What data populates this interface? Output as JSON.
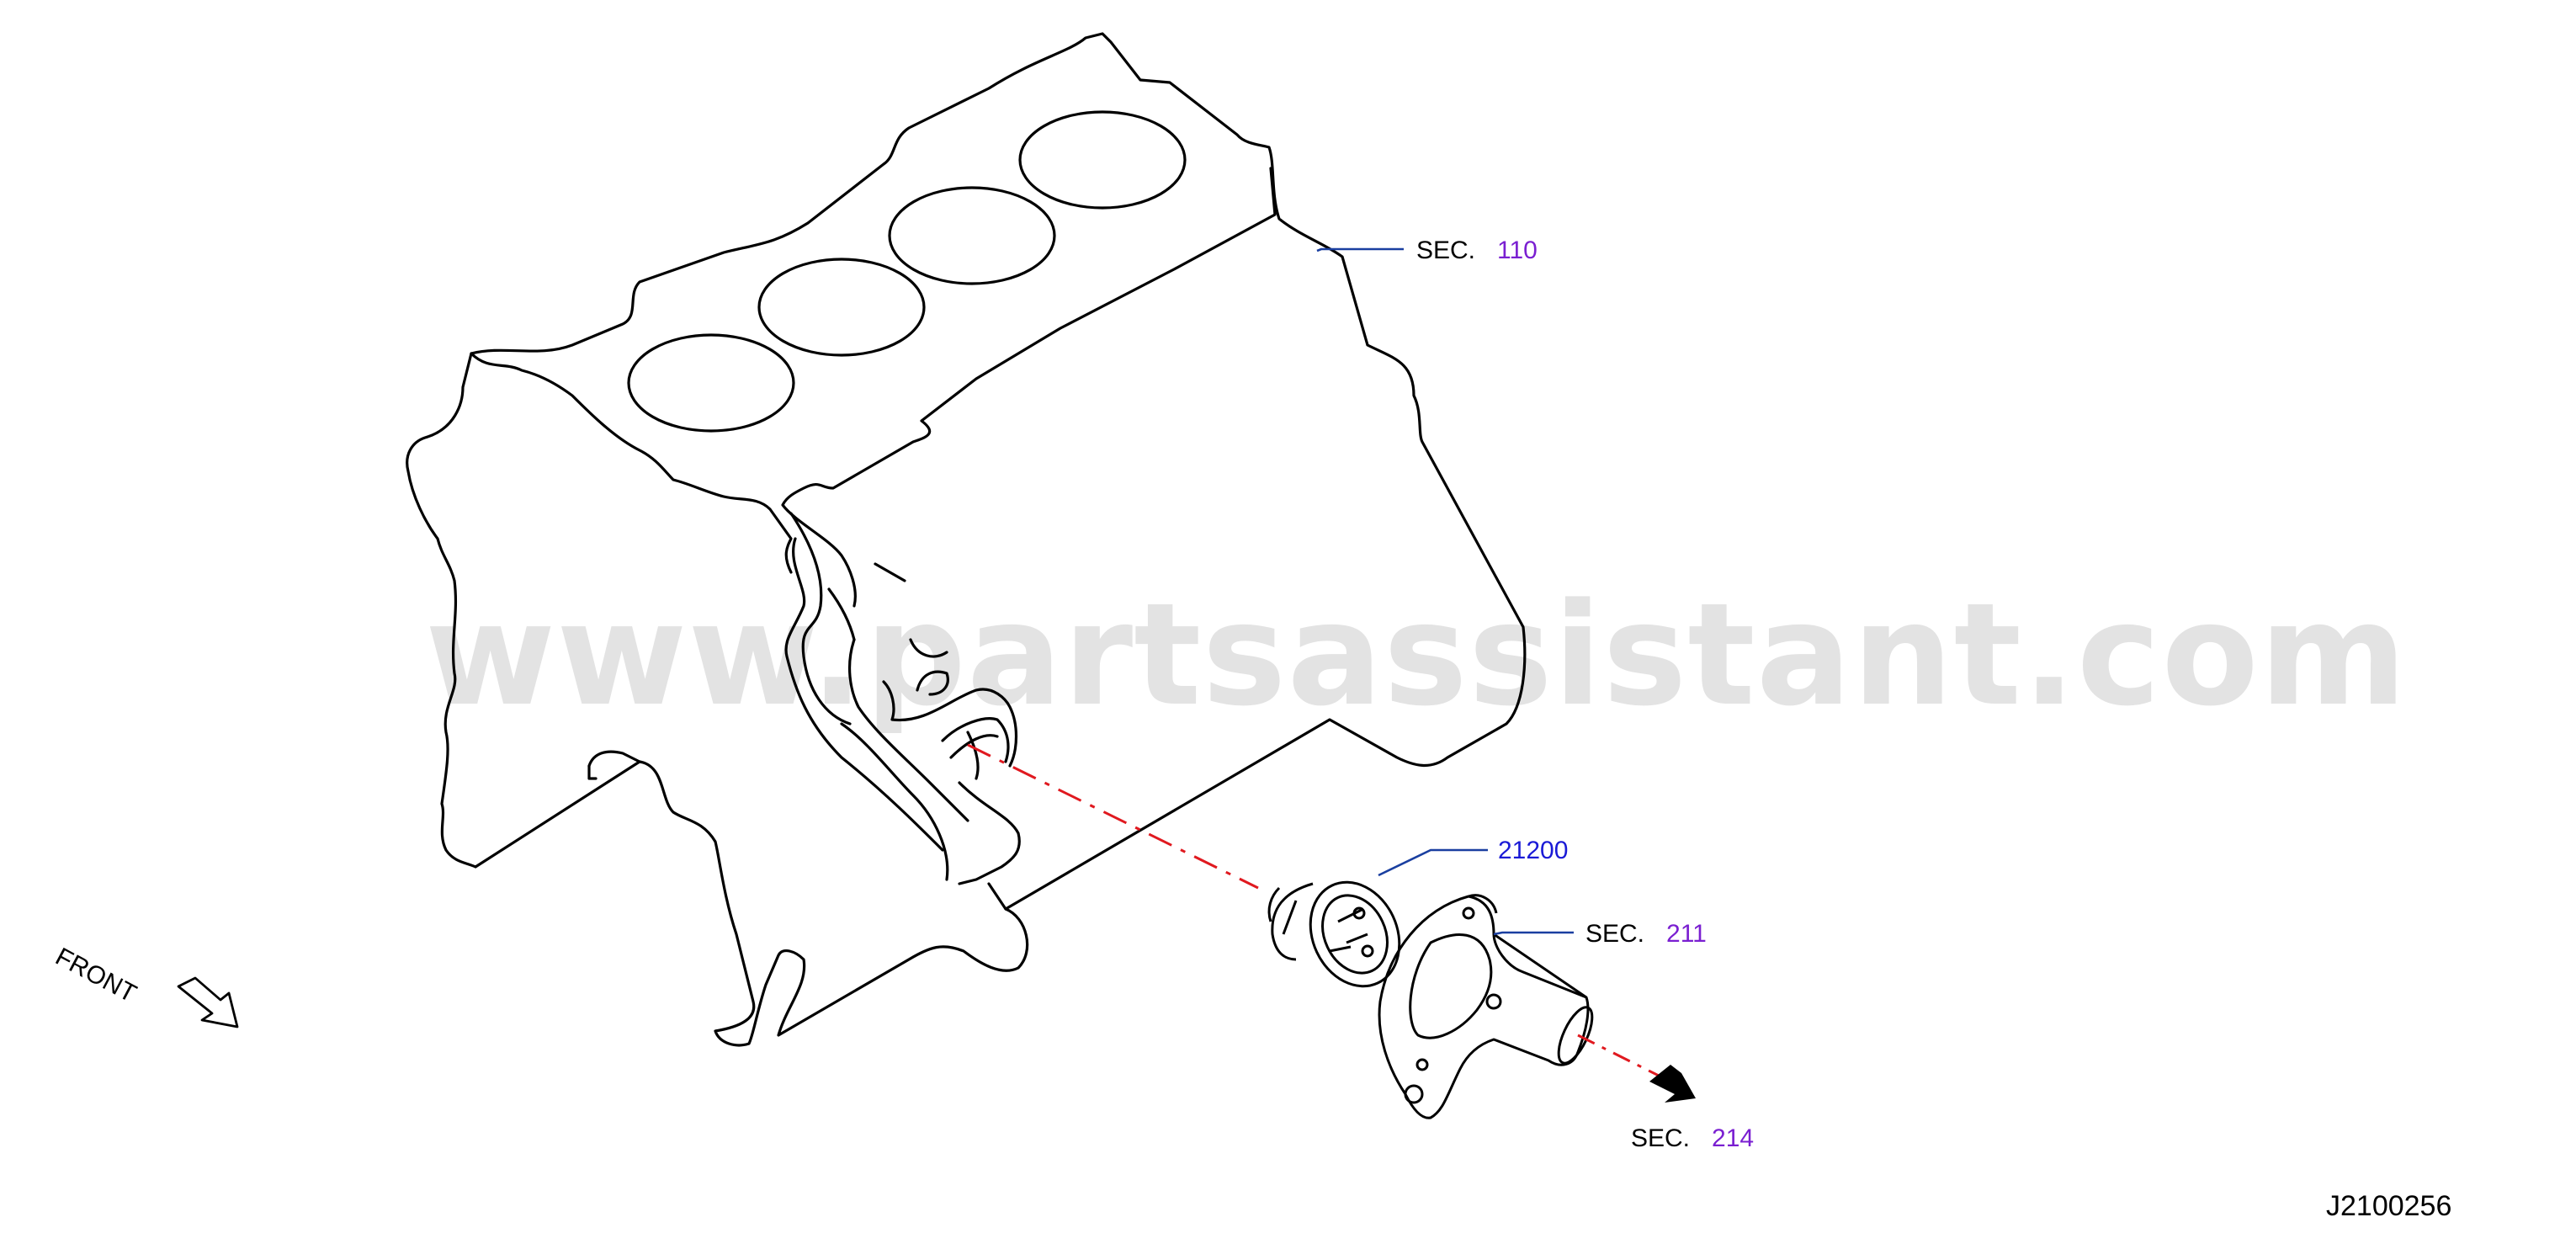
{
  "watermark": "www.partsassistant.com",
  "front_label": "FRONT",
  "callouts": {
    "sec110": {
      "prefix": "SEC.",
      "number": "110"
    },
    "sec211": {
      "prefix": "SEC.",
      "number": "211"
    },
    "sec214": {
      "prefix": "SEC.",
      "number": "214"
    },
    "part21200": {
      "number": "21200"
    }
  },
  "diagram_code": "J2100256",
  "colors": {
    "leader_line": "#1a3fa0",
    "section_number": "#7a1fd1",
    "part_number": "#1a1ad6",
    "flow_arrow": "#e0191f"
  }
}
